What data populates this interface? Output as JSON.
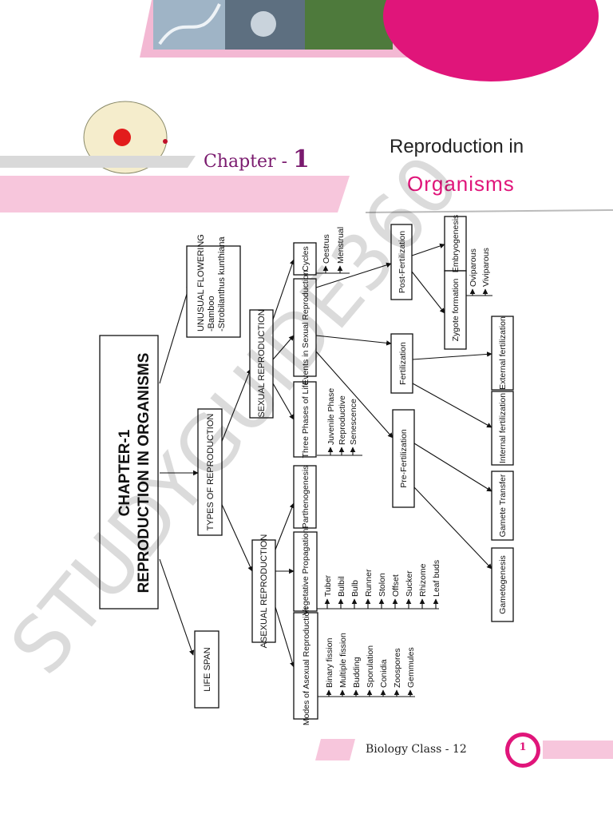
{
  "header": {
    "chapter_label": "Chapter -",
    "chapter_number": "1",
    "title_line1": "Reproduction in",
    "title_line2": "Organisms",
    "colors": {
      "accent": "#e0157a",
      "band": "#f7c6dc",
      "chapter_text": "#7a1a6e"
    }
  },
  "watermark": "STUDYGUIDE360",
  "diagram": {
    "root": "CHAPTER-1\nREPRODUCTION IN ORGANISMS",
    "unusual_flowering": "UNUSUAL FLOWERING\n-Bamboo\n-Strobilanthus kunthiana",
    "life_span": "LIFE SPAN",
    "types": "TYPES OF REPRODUCTION",
    "sexual": "SEXUAL REPRODUCTION",
    "asexual": "ASEXUAL REPRODUCTION",
    "cycles": "Cycles",
    "cycles_items": [
      "Oestrus",
      "Menstrual"
    ],
    "events": "Events in Sexual Reproduction",
    "three_phases": "Three Phases of Life",
    "phases_items": [
      "Juvenile Phase",
      "Reproductive",
      "Senescence"
    ],
    "parthenogenesis": "Parthenogenesis",
    "vegetative": "Vegetative Propagation",
    "vegetative_items": [
      "Tuber",
      "Bulbil",
      "Bulb",
      "Runner",
      "Stolon",
      "Offset",
      "Sucker",
      "Rhizome",
      "Leaf buds"
    ],
    "modes": "Modes of Asexual Reproduction",
    "modes_items": [
      "Binary fission",
      "Multiple fission",
      "Budding",
      "Sporulation",
      "Conidia",
      "Zoospores",
      "Gemmules"
    ],
    "post_fert": "Post-Fertilization",
    "fertilization": "Fertilization",
    "pre_fert": "Pre-Fertilization",
    "embryogenesis": "Embryogenesis",
    "zygote": "Zygote formation",
    "zygote_items": [
      "Oviparous",
      "Viviparous"
    ],
    "external": "External fertilization",
    "internal": "Internal fertilization",
    "gamete_transfer": "Gamete Transfer",
    "gametogenesis": "Gametogenesis"
  },
  "footer": {
    "text": "Biology Class - 12",
    "page": "1"
  }
}
